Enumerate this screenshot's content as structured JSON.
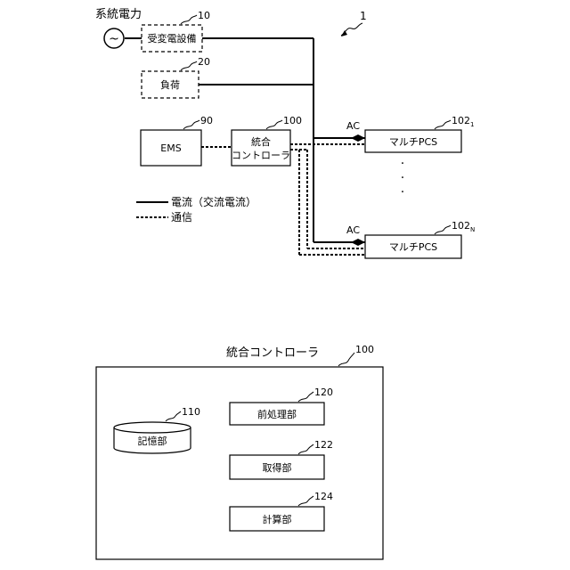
{
  "grid_power": {
    "label": "系統電力",
    "symbol": "~"
  },
  "system_ref": "1",
  "power_receiving": {
    "label": "受変電設備",
    "ref": "10"
  },
  "load": {
    "label": "負荷",
    "ref": "20"
  },
  "ems": {
    "label": "EMS",
    "ref": "90"
  },
  "controller": {
    "line1": "統合",
    "line2": "コントローラ",
    "ref": "100"
  },
  "pcs_1": {
    "label": "マルチPCS",
    "ref": "102",
    "sub": "1",
    "ac": "AC"
  },
  "pcs_n": {
    "label": "マルチPCS",
    "ref": "102",
    "sub": "N",
    "ac": "AC"
  },
  "ellipsis": [
    "·",
    "·",
    "·"
  ],
  "legend": {
    "current": "電流（交流電流）",
    "comm": "通信"
  },
  "detail": {
    "title": "統合コントローラ",
    "ref": "100",
    "storage": {
      "label": "記憶部",
      "ref": "110"
    },
    "preprocess": {
      "label": "前処理部",
      "ref": "120"
    },
    "acquire": {
      "label": "取得部",
      "ref": "122"
    },
    "compute": {
      "label": "計算部",
      "ref": "124"
    }
  }
}
